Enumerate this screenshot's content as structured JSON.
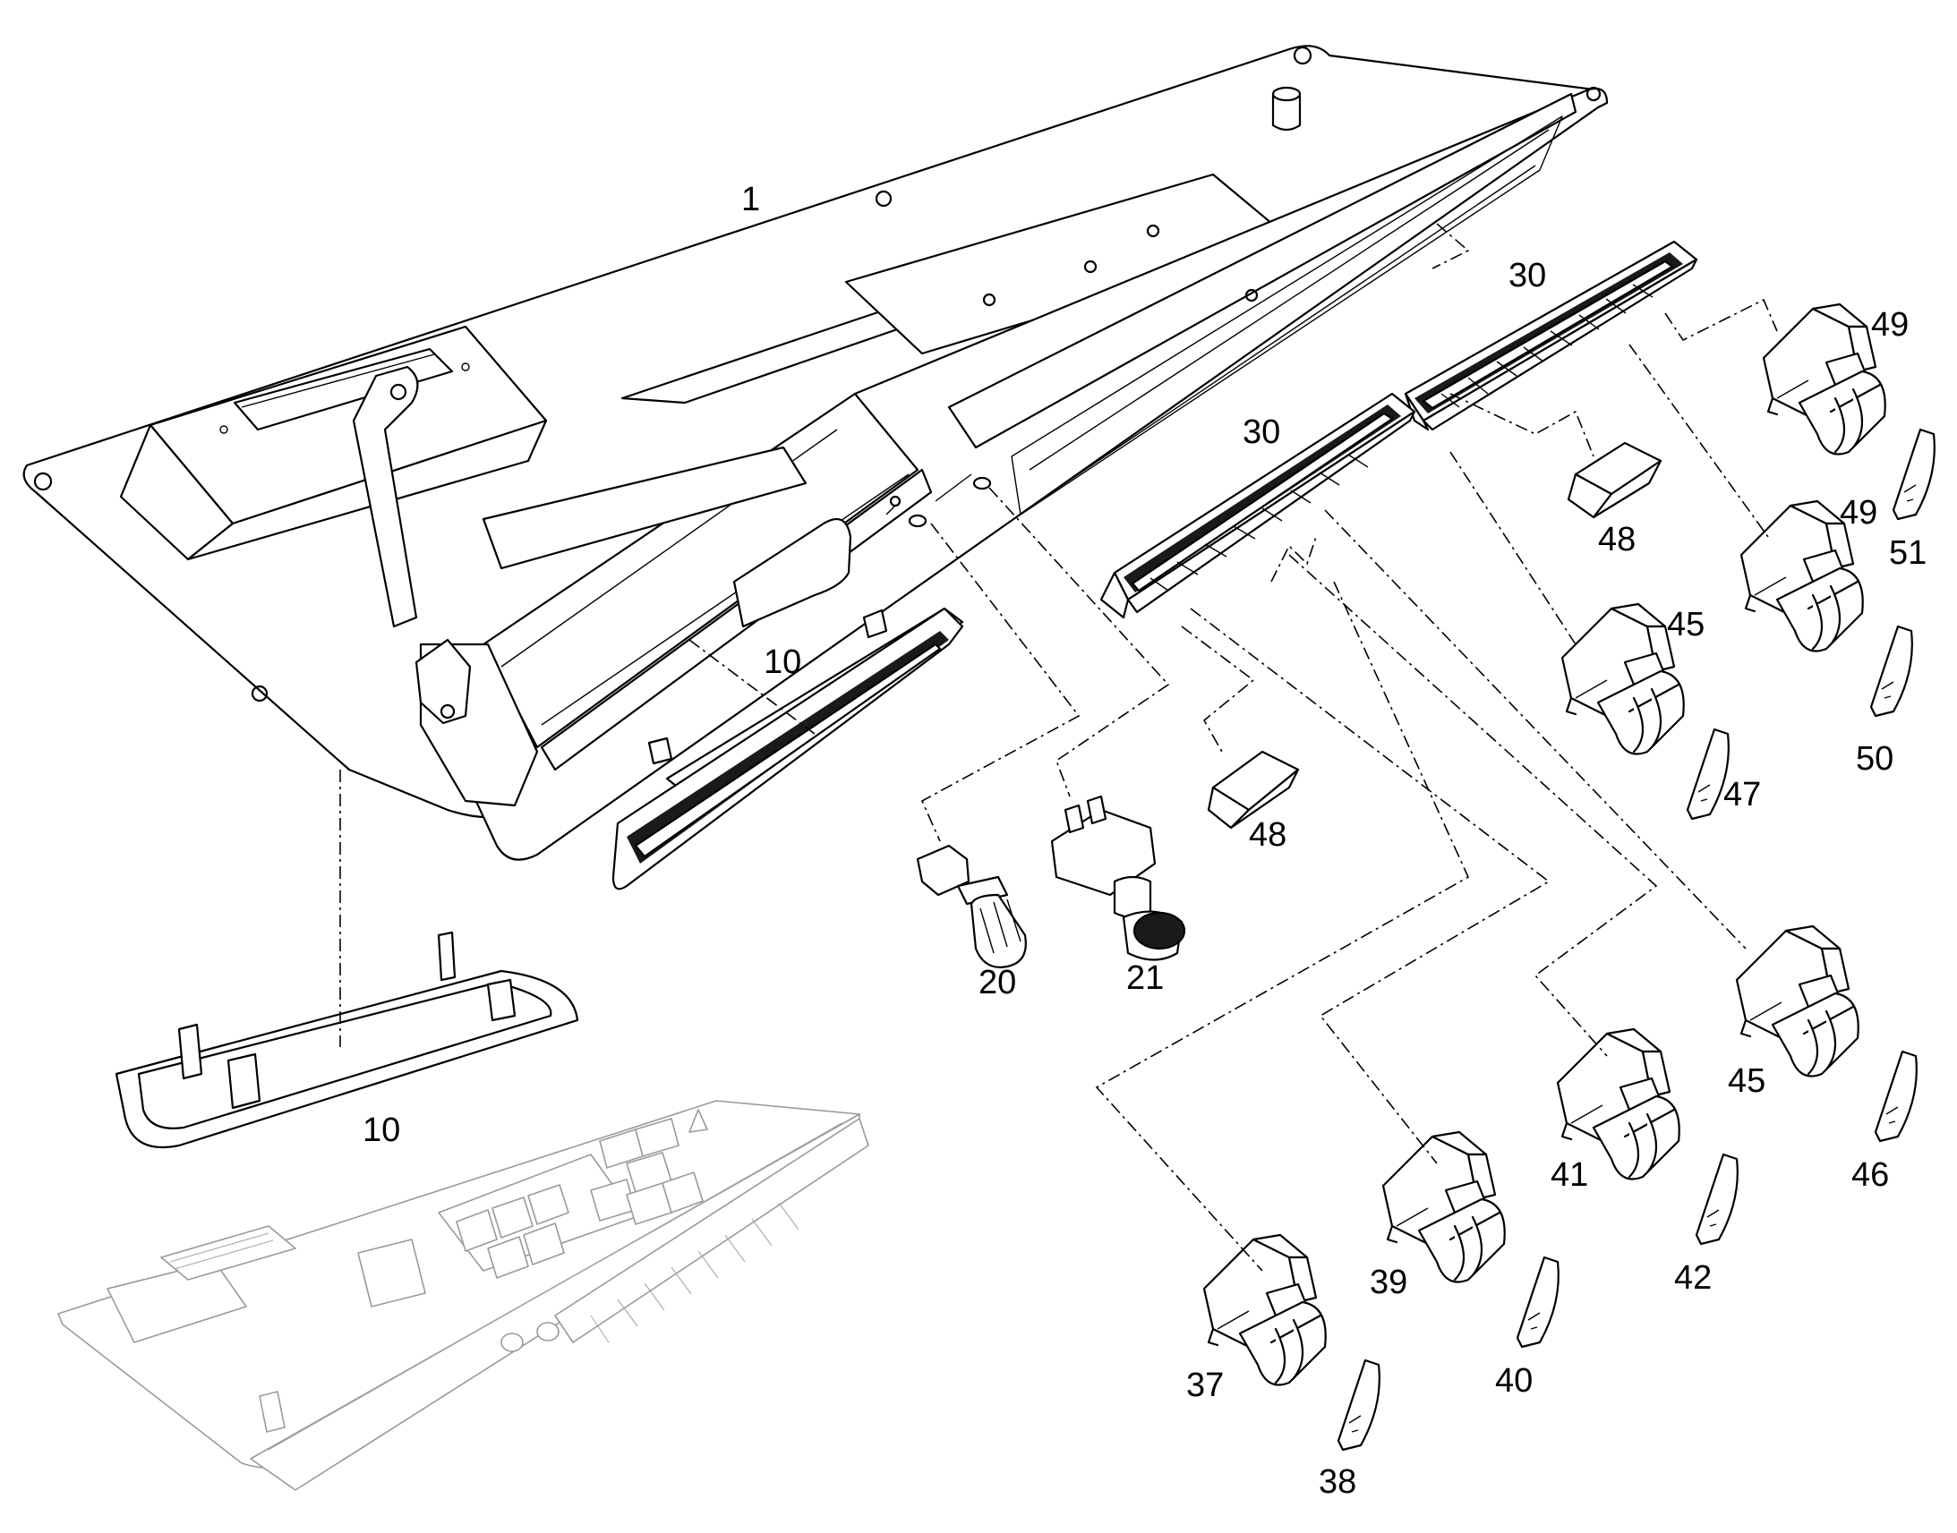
{
  "callouts": [
    {
      "id": "c1",
      "text": "1"
    },
    {
      "id": "c10a",
      "text": "10"
    },
    {
      "id": "c10b",
      "text": "10"
    },
    {
      "id": "c20",
      "text": "20"
    },
    {
      "id": "c21",
      "text": "21"
    },
    {
      "id": "c30a",
      "text": "30"
    },
    {
      "id": "c30b",
      "text": "30"
    },
    {
      "id": "c48a",
      "text": "48"
    },
    {
      "id": "c48b",
      "text": "48"
    },
    {
      "id": "c49a",
      "text": "49"
    },
    {
      "id": "c49b",
      "text": "49"
    },
    {
      "id": "c51",
      "text": "51"
    },
    {
      "id": "c50",
      "text": "50"
    },
    {
      "id": "c45a",
      "text": "45"
    },
    {
      "id": "c47",
      "text": "47"
    },
    {
      "id": "c45b",
      "text": "45"
    },
    {
      "id": "c46",
      "text": "46"
    },
    {
      "id": "c41",
      "text": "41"
    },
    {
      "id": "c42",
      "text": "42"
    },
    {
      "id": "c39",
      "text": "39"
    },
    {
      "id": "c40",
      "text": "40"
    },
    {
      "id": "c37",
      "text": "37"
    },
    {
      "id": "c38",
      "text": "38"
    }
  ]
}
